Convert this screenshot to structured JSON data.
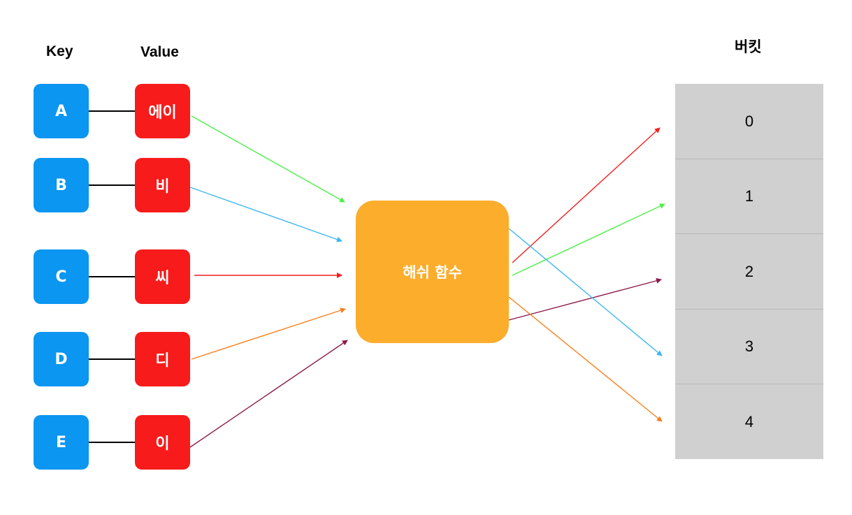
{
  "headers": {
    "key": "Key",
    "value": "Value",
    "bucket": "버킷"
  },
  "pairs": [
    {
      "key": "A",
      "value": "에이"
    },
    {
      "key": "B",
      "value": "비"
    },
    {
      "key": "C",
      "value": "씨"
    },
    {
      "key": "D",
      "value": "디"
    },
    {
      "key": "E",
      "value": "이"
    }
  ],
  "hash_function": {
    "label": "해쉬 함수"
  },
  "buckets": [
    "0",
    "1",
    "2",
    "3",
    "4"
  ],
  "colors": {
    "key_box": "#0a96f1",
    "value_box": "#f71b1b",
    "hash_box": "#fcad2c",
    "bucket_fill": "#d0d0d0",
    "arrow_A": "#4ef04a",
    "arrow_B": "#3db6f0",
    "arrow_C": "#f21e1e",
    "arrow_D": "#f8801e",
    "arrow_E": "#8b1a4a"
  },
  "mappings": [
    {
      "key": "A",
      "value": "에이",
      "bucket": "1",
      "color": "#4ef04a"
    },
    {
      "key": "B",
      "value": "비",
      "bucket": "3",
      "color": "#3db6f0"
    },
    {
      "key": "C",
      "value": "씨",
      "bucket": "0",
      "color": "#f21e1e"
    },
    {
      "key": "D",
      "value": "디",
      "bucket": "4",
      "color": "#f8801e"
    },
    {
      "key": "E",
      "value": "이",
      "bucket": "2",
      "color": "#8b1a4a"
    }
  ]
}
